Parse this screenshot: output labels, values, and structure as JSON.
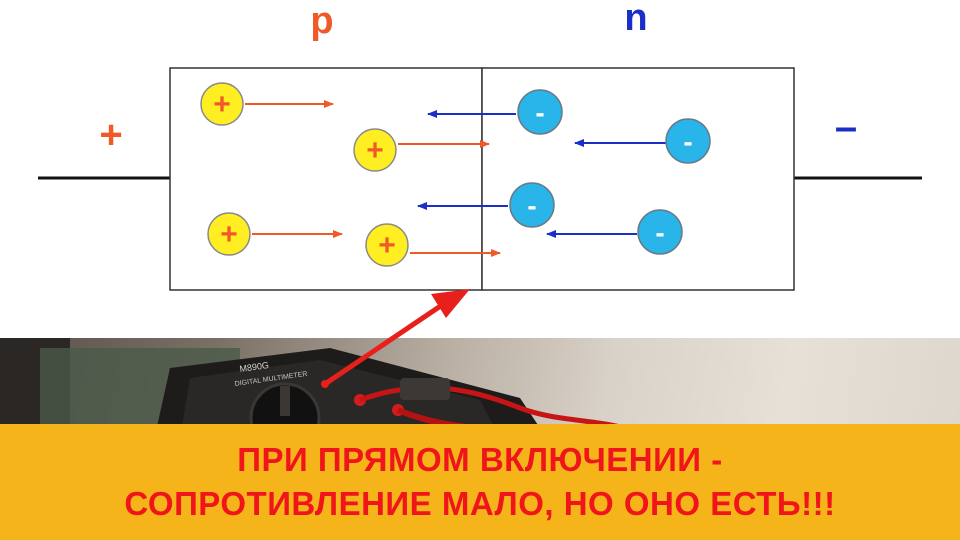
{
  "diagram": {
    "p_region_label": "p",
    "n_region_label": "n",
    "positive_terminal_label": "+",
    "negative_terminal_label": "–",
    "hole_symbol": "+",
    "electron_symbol": "-",
    "colors": {
      "p_label": "#f05a28",
      "n_label": "#1a2fc8",
      "hole_fill": "#ffee22",
      "hole_sign": "#f05a28",
      "electron_fill": "#29b4ea",
      "hole_arrow": "#f05a28",
      "electron_arrow": "#1a2fc8",
      "pointer_arrow": "#e8201c"
    }
  },
  "photo": {
    "meter_model": "M890G",
    "meter_caption": "DIGITAL MULTIMETER"
  },
  "banner": {
    "line1": "ПРИ ПРЯМОМ ВКЛЮЧЕНИИ -",
    "line2": "СОПРОТИВЛЕНИЕ МАЛО, НО ОНО ЕСТЬ!!!",
    "background": "#f5b41a",
    "text_color": "#f0151a"
  }
}
